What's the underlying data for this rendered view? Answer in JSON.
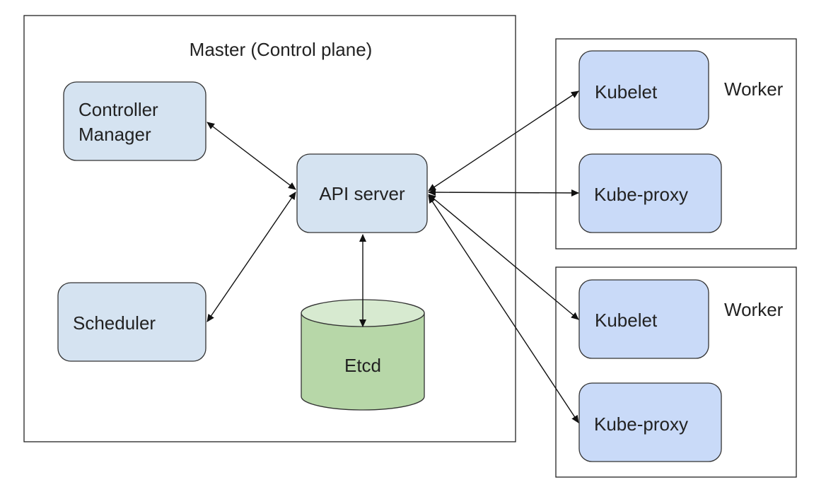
{
  "master": {
    "label": "Master (Control plane)"
  },
  "components": {
    "controller_manager": {
      "line1": "Controller",
      "line2": "Manager"
    },
    "api_server": "API server",
    "scheduler": "Scheduler",
    "etcd": "Etcd"
  },
  "workers": [
    {
      "label": "Worker",
      "kubelet": "Kubelet",
      "kube_proxy": "Kube-proxy"
    },
    {
      "label": "Worker",
      "kubelet": "Kubelet",
      "kube_proxy": "Kube-proxy"
    }
  ],
  "colors": {
    "component_fill": "#d5e3f1",
    "worker_component_fill": "#c9daf8",
    "etcd_fill": "#b7d7a8",
    "etcd_top_fill": "#d7ead0",
    "stroke": "#333333",
    "arrow": "#111111"
  }
}
